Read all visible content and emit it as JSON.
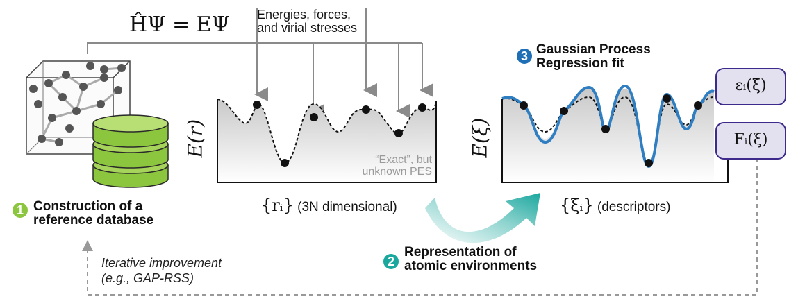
{
  "header": {
    "equation": "ĤΨ = EΨ",
    "energies_note_line1": "Energies, forces,",
    "energies_note_line2": "and virial stresses"
  },
  "step1": {
    "number": "1",
    "title_line1": "Construction of a",
    "title_line2": "reference database",
    "color": "#8cc63f"
  },
  "step2": {
    "number": "2",
    "title_line1": "Representation of",
    "title_line2": "atomic environments",
    "color": "#1aa79e"
  },
  "step3": {
    "number": "3",
    "title_line1": "Gaussian Process",
    "title_line2": "Regression fit",
    "color": "#1f6fb6"
  },
  "pes_panel": {
    "y_label": "E(r)",
    "x_label_math": "{rᵢ}",
    "x_label_text": "(3N dimensional)",
    "note_line1": "“Exact”, but",
    "note_line2": "unknown PES"
  },
  "fit_panel": {
    "y_label": "E(ξ)",
    "x_label_math": "{ξᵢ}",
    "x_label_text": "(descriptors)",
    "fit_color": "#2f7ec1"
  },
  "outputs": {
    "local_energy": "εᵢ(ξ)",
    "force": "Fᵢ(ξ)"
  },
  "iteration": {
    "line1": "Iterative improvement",
    "line2": "(e.g., GAP-RSS)"
  }
}
